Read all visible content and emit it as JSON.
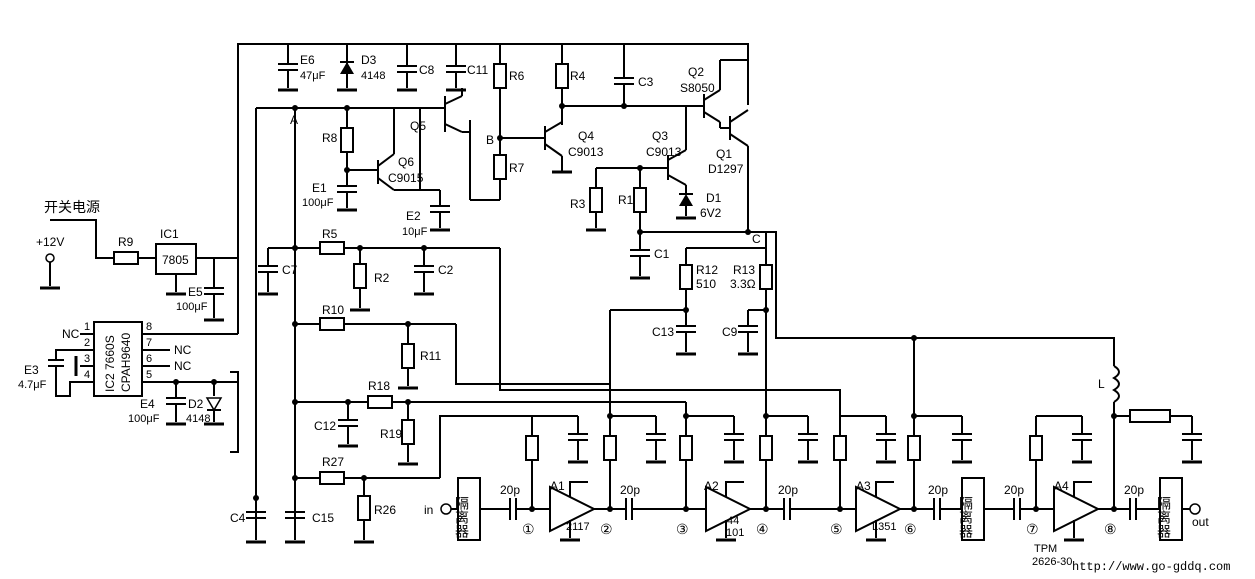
{
  "power": {
    "title": "开关电源",
    "vin": "+12V",
    "regulator": "7805",
    "ic1": "IC1"
  },
  "ic2": {
    "name_a": "IC2 7660S",
    "name_b": "CPAH9640",
    "pins": [
      "1",
      "2",
      "3",
      "4",
      "5",
      "6",
      "7",
      "8"
    ],
    "nc": [
      "NC",
      "NC",
      "NC"
    ]
  },
  "nodes": {
    "A": "A",
    "B": "B",
    "C": "C"
  },
  "labels": {
    "E6": "E6",
    "E6v": "47μF",
    "D3": "D3",
    "D3v": "4148",
    "C8": "C8",
    "C11": "C11",
    "R6": "R6",
    "R7": "R7",
    "R4": "R4",
    "C3": "C3",
    "Q2": "Q2",
    "Q2v": "S8050",
    "Q1": "Q1",
    "Q1v": "D1297",
    "Q3": "Q3",
    "Q3v": "C9013",
    "Q4": "Q4",
    "Q4v": "C9013",
    "Q5": "Q5",
    "Q6": "Q6",
    "Q6v": "C9015",
    "R8": "R8",
    "E1": "E1",
    "E1v": "100μF",
    "E2": "E2",
    "E2v": "10μF",
    "R3": "R3",
    "R1": "R1",
    "D1": "D1",
    "D1v": "6V2",
    "C1": "C1",
    "R9": "R9",
    "E5": "E5",
    "E5v": "100μF",
    "R5": "R5",
    "R2": "R2",
    "C2": "C2",
    "C7": "C7",
    "R12": "R12",
    "R12v": "510",
    "R13": "R13",
    "R13v": "3.3Ω",
    "C13": "C13",
    "C9": "C9",
    "R10": "R10",
    "R11": "R11",
    "R18": "R18",
    "C12": "C12",
    "R19": "R19",
    "R27": "R27",
    "R26": "R26",
    "C4": "C4",
    "C15": "C15",
    "E3": "E3",
    "E3v": "4.7μF",
    "E4": "E4",
    "E4v": "100μF",
    "D2": "D2",
    "D2v": "4148",
    "L": "L"
  },
  "chain": {
    "in": "in",
    "out": "out",
    "iso": "隔离器",
    "cap": "20p",
    "A1": "A1",
    "A1v": "2117",
    "A2": "A2",
    "A2v": "44",
    "A2w": "101",
    "A3": "A3",
    "A3v": "L351",
    "A4": "A4",
    "A4v": "TPM",
    "A4w": "2626-30",
    "circled": [
      "①",
      "②",
      "③",
      "④",
      "⑤",
      "⑥",
      "⑦",
      "⑧"
    ]
  },
  "watermark": "http://www.go-gddq.com"
}
